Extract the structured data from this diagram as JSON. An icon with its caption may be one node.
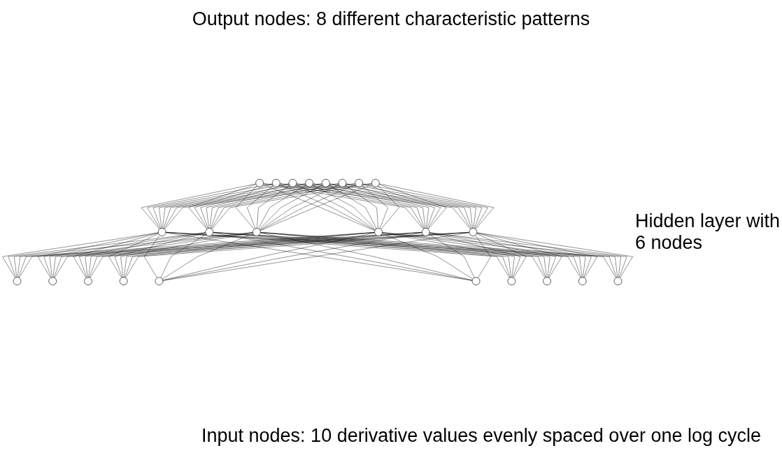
{
  "diagram": {
    "nodes": [
      {
        "text": [],
        "shape": "circle"
      },
      {
        "text": [],
        "shape": "circle"
      },
      {
        "text": [],
        "shape": "circle"
      },
      {
        "text": [],
        "shape": "circle"
      },
      {
        "text": [],
        "shape": "circle"
      },
      {
        "text": [],
        "shape": "circle"
      },
      {
        "text": [],
        "shape": "circle"
      },
      {
        "text": [],
        "shape": "circle"
      },
      {
        "text": [],
        "shape": "circle"
      },
      {
        "text": [],
        "shape": "circle"
      },
      {
        "text": [],
        "shape": "circle"
      },
      {
        "text": [],
        "shape": "circle"
      },
      {
        "text": [],
        "shape": "circle"
      },
      {
        "text": [],
        "shape": "circle"
      },
      {
        "text": [],
        "shape": "circle"
      },
      {
        "text": [],
        "shape": "circle"
      },
      {
        "text": [],
        "shape": "circle"
      },
      {
        "text": [],
        "shape": "circle"
      },
      {
        "text": [],
        "shape": "circle"
      },
      {
        "text": [],
        "shape": "circle"
      },
      {
        "text": [],
        "shape": "circle"
      },
      {
        "text": [],
        "shape": "circle"
      },
      {
        "text": [],
        "shape": "circle"
      },
      {
        "text": [],
        "shape": "circle"
      }
    ],
    "edges": [
      {
        "from": 0,
        "to": 8,
        "arrow": "none"
      },
      {
        "from": 0,
        "to": 9,
        "arrow": "none"
      },
      {
        "from": 0,
        "to": 10,
        "arrow": "none"
      },
      {
        "from": 0,
        "to": 11,
        "arrow": "none"
      },
      {
        "from": 0,
        "to": 12,
        "arrow": "none"
      },
      {
        "from": 0,
        "to": 13,
        "arrow": "none"
      },
      {
        "from": 1,
        "to": 8,
        "arrow": "none"
      },
      {
        "from": 1,
        "to": 9,
        "arrow": "none"
      },
      {
        "from": 1,
        "to": 10,
        "arrow": "none"
      },
      {
        "from": 1,
        "to": 11,
        "arrow": "none"
      },
      {
        "from": 1,
        "to": 12,
        "arrow": "none"
      },
      {
        "from": 1,
        "to": 13,
        "arrow": "none"
      },
      {
        "from": 2,
        "to": 8,
        "arrow": "none"
      },
      {
        "from": 2,
        "to": 9,
        "arrow": "none"
      },
      {
        "from": 2,
        "to": 10,
        "arrow": "none"
      },
      {
        "from": 2,
        "to": 11,
        "arrow": "none"
      },
      {
        "from": 2,
        "to": 12,
        "arrow": "none"
      },
      {
        "from": 2,
        "to": 13,
        "arrow": "none"
      },
      {
        "from": 3,
        "to": 8,
        "arrow": "none"
      },
      {
        "from": 3,
        "to": 9,
        "arrow": "none"
      },
      {
        "from": 3,
        "to": 10,
        "arrow": "none"
      },
      {
        "from": 3,
        "to": 11,
        "arrow": "none"
      },
      {
        "from": 3,
        "to": 12,
        "arrow": "none"
      },
      {
        "from": 3,
        "to": 13,
        "arrow": "none"
      },
      {
        "from": 4,
        "to": 8,
        "arrow": "none"
      },
      {
        "from": 4,
        "to": 9,
        "arrow": "none"
      },
      {
        "from": 4,
        "to": 10,
        "arrow": "none"
      },
      {
        "from": 4,
        "to": 11,
        "arrow": "none"
      },
      {
        "from": 4,
        "to": 12,
        "arrow": "none"
      },
      {
        "from": 4,
        "to": 13,
        "arrow": "none"
      },
      {
        "from": 5,
        "to": 8,
        "arrow": "none"
      },
      {
        "from": 5,
        "to": 9,
        "arrow": "none"
      },
      {
        "from": 5,
        "to": 10,
        "arrow": "none"
      },
      {
        "from": 5,
        "to": 11,
        "arrow": "none"
      },
      {
        "from": 5,
        "to": 12,
        "arrow": "none"
      },
      {
        "from": 5,
        "to": 13,
        "arrow": "none"
      },
      {
        "from": 6,
        "to": 8,
        "arrow": "none"
      },
      {
        "from": 6,
        "to": 9,
        "arrow": "none"
      },
      {
        "from": 6,
        "to": 10,
        "arrow": "none"
      },
      {
        "from": 6,
        "to": 11,
        "arrow": "none"
      },
      {
        "from": 6,
        "to": 12,
        "arrow": "none"
      },
      {
        "from": 6,
        "to": 13,
        "arrow": "none"
      },
      {
        "from": 7,
        "to": 8,
        "arrow": "none"
      },
      {
        "from": 7,
        "to": 9,
        "arrow": "none"
      },
      {
        "from": 7,
        "to": 10,
        "arrow": "none"
      },
      {
        "from": 7,
        "to": 11,
        "arrow": "none"
      },
      {
        "from": 7,
        "to": 12,
        "arrow": "none"
      },
      {
        "from": 7,
        "to": 13,
        "arrow": "none"
      },
      {
        "from": 8,
        "to": 14,
        "arrow": "none"
      },
      {
        "from": 8,
        "to": 15,
        "arrow": "none"
      },
      {
        "from": 8,
        "to": 16,
        "arrow": "none"
      },
      {
        "from": 8,
        "to": 17,
        "arrow": "none"
      },
      {
        "from": 8,
        "to": 18,
        "arrow": "none"
      },
      {
        "from": 8,
        "to": 19,
        "arrow": "none"
      },
      {
        "from": 8,
        "to": 20,
        "arrow": "none"
      },
      {
        "from": 8,
        "to": 21,
        "arrow": "none"
      },
      {
        "from": 8,
        "to": 22,
        "arrow": "none"
      },
      {
        "from": 8,
        "to": 23,
        "arrow": "none"
      },
      {
        "from": 9,
        "to": 14,
        "arrow": "none"
      },
      {
        "from": 9,
        "to": 15,
        "arrow": "none"
      },
      {
        "from": 9,
        "to": 16,
        "arrow": "none"
      },
      {
        "from": 9,
        "to": 17,
        "arrow": "none"
      },
      {
        "from": 9,
        "to": 18,
        "arrow": "none"
      },
      {
        "from": 9,
        "to": 19,
        "arrow": "none"
      },
      {
        "from": 9,
        "to": 20,
        "arrow": "none"
      },
      {
        "from": 9,
        "to": 21,
        "arrow": "none"
      },
      {
        "from": 9,
        "to": 22,
        "arrow": "none"
      },
      {
        "from": 9,
        "to": 23,
        "arrow": "none"
      },
      {
        "from": 10,
        "to": 14,
        "arrow": "none"
      },
      {
        "from": 10,
        "to": 15,
        "arrow": "none"
      },
      {
        "from": 10,
        "to": 16,
        "arrow": "none"
      },
      {
        "from": 10,
        "to": 17,
        "arrow": "none"
      },
      {
        "from": 10,
        "to": 18,
        "arrow": "none"
      },
      {
        "from": 10,
        "to": 19,
        "arrow": "none"
      },
      {
        "from": 10,
        "to": 20,
        "arrow": "none"
      },
      {
        "from": 10,
        "to": 21,
        "arrow": "none"
      },
      {
        "from": 10,
        "to": 22,
        "arrow": "none"
      },
      {
        "from": 10,
        "to": 23,
        "arrow": "none"
      },
      {
        "from": 11,
        "to": 14,
        "arrow": "none"
      },
      {
        "from": 11,
        "to": 15,
        "arrow": "none"
      },
      {
        "from": 11,
        "to": 16,
        "arrow": "none"
      },
      {
        "from": 11,
        "to": 17,
        "arrow": "none"
      },
      {
        "from": 11,
        "to": 18,
        "arrow": "none"
      },
      {
        "from": 11,
        "to": 19,
        "arrow": "none"
      },
      {
        "from": 11,
        "to": 20,
        "arrow": "none"
      },
      {
        "from": 11,
        "to": 21,
        "arrow": "none"
      },
      {
        "from": 11,
        "to": 22,
        "arrow": "none"
      },
      {
        "from": 11,
        "to": 23,
        "arrow": "none"
      },
      {
        "from": 12,
        "to": 14,
        "arrow": "none"
      },
      {
        "from": 12,
        "to": 15,
        "arrow": "none"
      },
      {
        "from": 12,
        "to": 16,
        "arrow": "none"
      },
      {
        "from": 12,
        "to": 17,
        "arrow": "none"
      },
      {
        "from": 12,
        "to": 18,
        "arrow": "none"
      },
      {
        "from": 12,
        "to": 19,
        "arrow": "none"
      },
      {
        "from": 12,
        "to": 20,
        "arrow": "none"
      },
      {
        "from": 12,
        "to": 21,
        "arrow": "none"
      },
      {
        "from": 12,
        "to": 22,
        "arrow": "none"
      },
      {
        "from": 12,
        "to": 23,
        "arrow": "none"
      },
      {
        "from": 13,
        "to": 14,
        "arrow": "none"
      },
      {
        "from": 13,
        "to": 15,
        "arrow": "none"
      },
      {
        "from": 13,
        "to": 16,
        "arrow": "none"
      },
      {
        "from": 13,
        "to": 17,
        "arrow": "none"
      },
      {
        "from": 13,
        "to": 18,
        "arrow": "none"
      },
      {
        "from": 13,
        "to": 19,
        "arrow": "none"
      },
      {
        "from": 13,
        "to": 20,
        "arrow": "none"
      },
      {
        "from": 13,
        "to": 21,
        "arrow": "none"
      },
      {
        "from": 13,
        "to": 22,
        "arrow": "none"
      },
      {
        "from": 13,
        "to": 23,
        "arrow": "none"
      }
    ],
    "labels": [
      "Output nodes: 8 different characteristic patterns",
      "Hidden layer with 6 nodes",
      "Input nodes: 10 derivative values evenly spaced over one log cycle"
    ]
  }
}
